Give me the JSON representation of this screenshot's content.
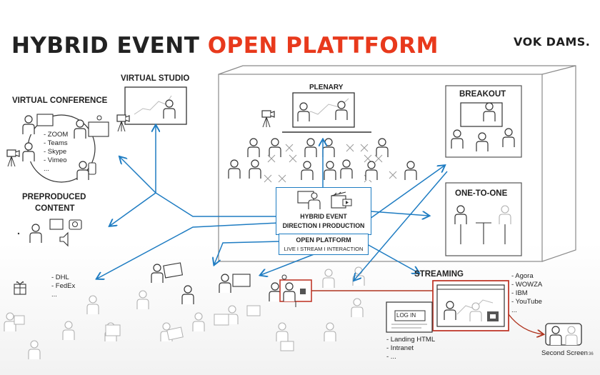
{
  "title": {
    "part1": "HYBRID EVENT",
    "part2": "OPEN PLATTFORM"
  },
  "logo": "VOK DAMS.",
  "sections": {
    "virtual_studio": "VIRTUAL STUDIO",
    "virtual_conference": "VIRTUAL CONFERENCE",
    "plenary": "PLENARY",
    "breakout": "BREAKOUT",
    "one_to_one": "ONE-TO-ONE",
    "preproduced_line1": "PREPRODUCED",
    "preproduced_line2": "CONTENT",
    "streaming": "STREAMING"
  },
  "conference_tools": [
    "- ZOOM",
    "- Teams",
    "- Skype",
    "- Vimeo",
    "..."
  ],
  "delivery": [
    "- DHL",
    "- FedEx",
    "..."
  ],
  "streaming_platforms": [
    "- Agora",
    "- WOWZA",
    "- IBM",
    "- YouTube",
    "..."
  ],
  "landing": [
    "- Landing HTML",
    "- Intranet",
    "- ..."
  ],
  "login_label": "LOG IN",
  "second_screen": "Second Screen",
  "page_number": "36",
  "center": {
    "line1": "HYBRID EVENT",
    "line2": "DIRECTION I PRODUCTION",
    "line3": "OPEN PLATFORM",
    "line4": "LIVE I STREAM I INTERACTION"
  },
  "colors": {
    "accent_red": "#e8391c",
    "arrow_blue": "#1e7cc2",
    "dark": "#222222"
  }
}
